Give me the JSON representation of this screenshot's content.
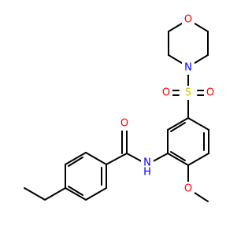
{
  "colors": {
    "carbon_bond": "#000000",
    "nitrogen": "#0000ff",
    "oxygen": "#ff0000",
    "sulfur": "#cccc00",
    "background": "#ffffff"
  },
  "atoms": {
    "morpholine_oxygen": "O",
    "morpholine_nitrogen": "N",
    "sulfur": "S",
    "sulfonyl_oxygen_left": "O",
    "sulfonyl_oxygen_right": "O",
    "amide_oxygen": "O",
    "amide_nitrogen": "N",
    "amide_hydrogen": "H",
    "methoxy_oxygen": "O"
  }
}
